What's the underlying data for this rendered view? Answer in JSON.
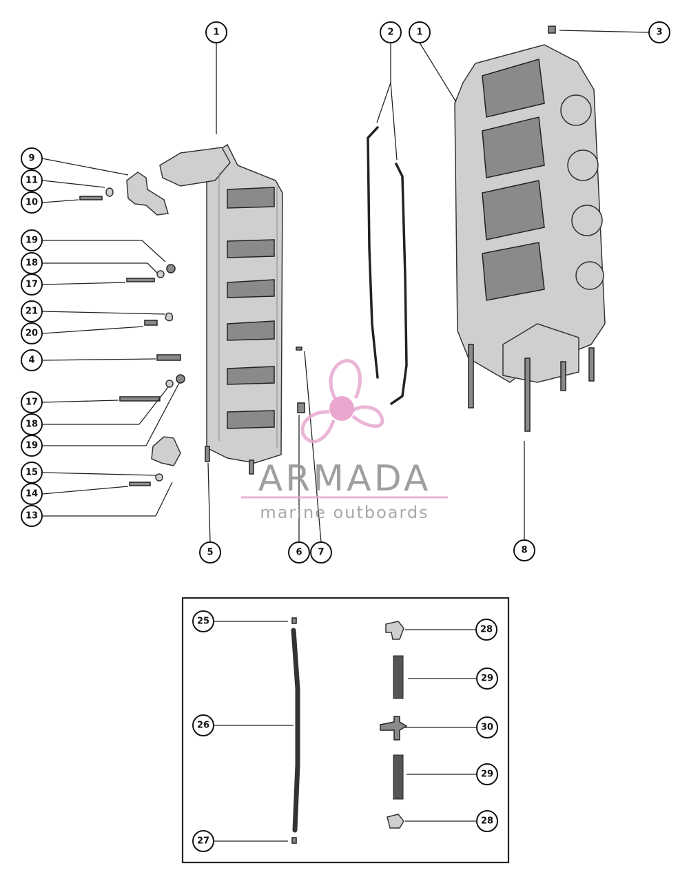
{
  "callouts": [
    {
      "id": "c1a",
      "label": "1"
    },
    {
      "id": "c2",
      "label": "2"
    },
    {
      "id": "c1b",
      "label": "1"
    },
    {
      "id": "c3",
      "label": "3"
    },
    {
      "id": "c9",
      "label": "9"
    },
    {
      "id": "c11",
      "label": "11"
    },
    {
      "id": "c10",
      "label": "10"
    },
    {
      "id": "c19a",
      "label": "19"
    },
    {
      "id": "c18a",
      "label": "18"
    },
    {
      "id": "c17a",
      "label": "17"
    },
    {
      "id": "c21",
      "label": "21"
    },
    {
      "id": "c20",
      "label": "20"
    },
    {
      "id": "c4",
      "label": "4"
    },
    {
      "id": "c17b",
      "label": "17"
    },
    {
      "id": "c18b",
      "label": "18"
    },
    {
      "id": "c19b",
      "label": "19"
    },
    {
      "id": "c15",
      "label": "15"
    },
    {
      "id": "c14",
      "label": "14"
    },
    {
      "id": "c13",
      "label": "13"
    },
    {
      "id": "c5",
      "label": "5"
    },
    {
      "id": "c6",
      "label": "6"
    },
    {
      "id": "c7",
      "label": "7"
    },
    {
      "id": "c8",
      "label": "8"
    },
    {
      "id": "c25",
      "label": "25"
    },
    {
      "id": "c26",
      "label": "26"
    },
    {
      "id": "c27",
      "label": "27"
    },
    {
      "id": "c28a",
      "label": "28"
    },
    {
      "id": "c29a",
      "label": "29"
    },
    {
      "id": "c30",
      "label": "30"
    },
    {
      "id": "c29b",
      "label": "29"
    },
    {
      "id": "c28b",
      "label": "28"
    }
  ],
  "logo": {
    "wordmark": "ARMADA",
    "tagline": "marine outboards",
    "accent_color": "#e7a9cf",
    "hub_color": "#e79ac6"
  }
}
